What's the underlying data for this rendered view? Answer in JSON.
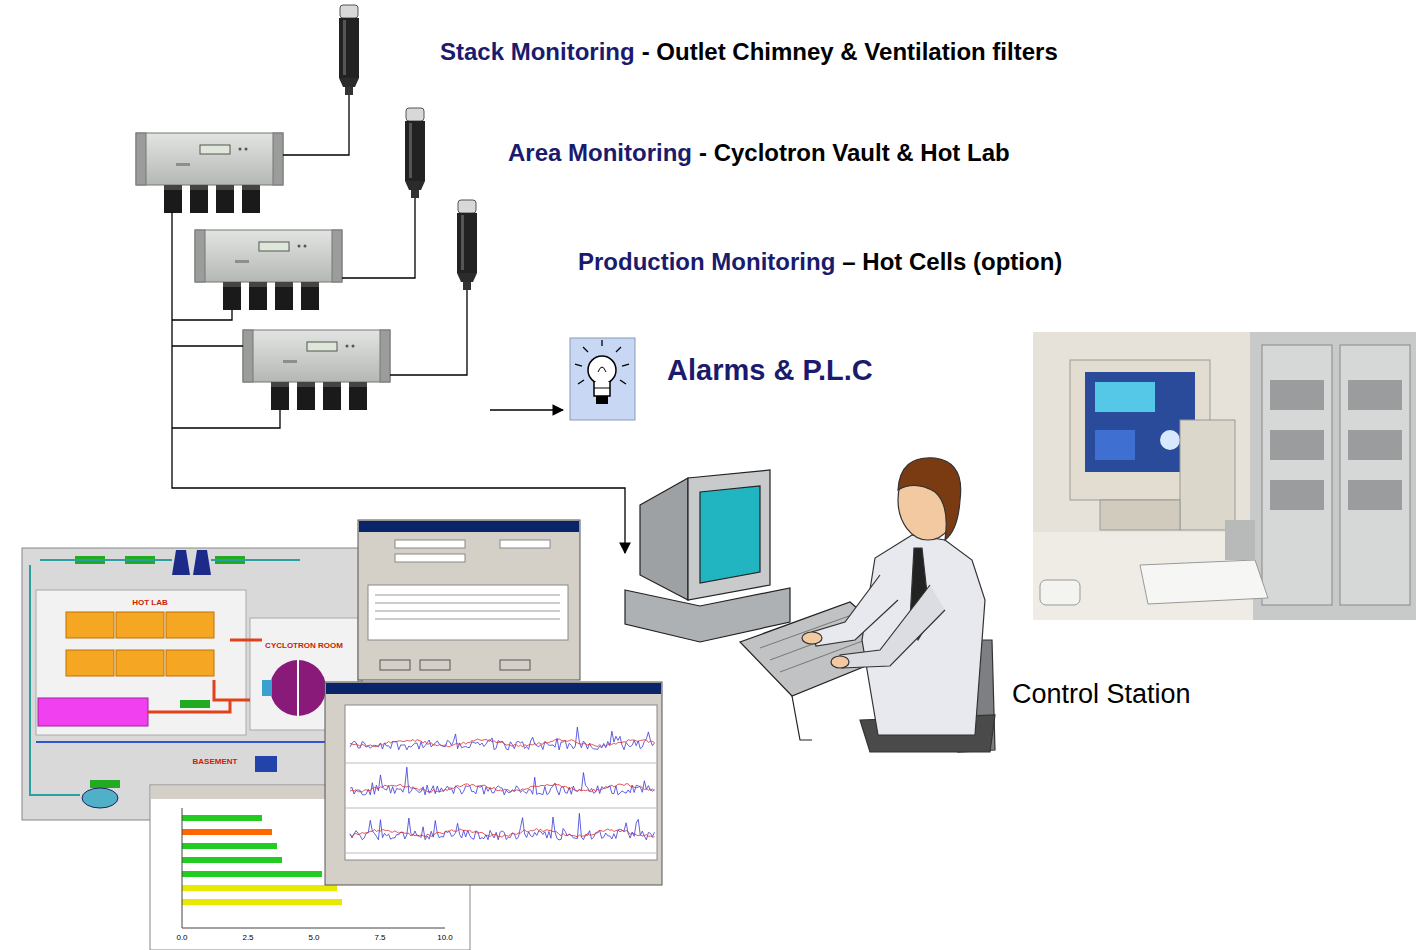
{
  "diagram": {
    "labels": [
      "Stack Monitoring",
      "- Outlet Chimney & Ventilation filters",
      "Area Monitoring",
      "- Cyclotron Vault & Hot Lab",
      "Production Monitoring",
      "– Hot Cells (option)",
      "Alarms & P.L.C",
      "Control Station",
      "HOT LAB",
      "CYCLOTRON ROOM",
      "BASEMENT",
      "0.0",
      "2.5",
      "5.0",
      "7.5",
      "10.0"
    ]
  }
}
